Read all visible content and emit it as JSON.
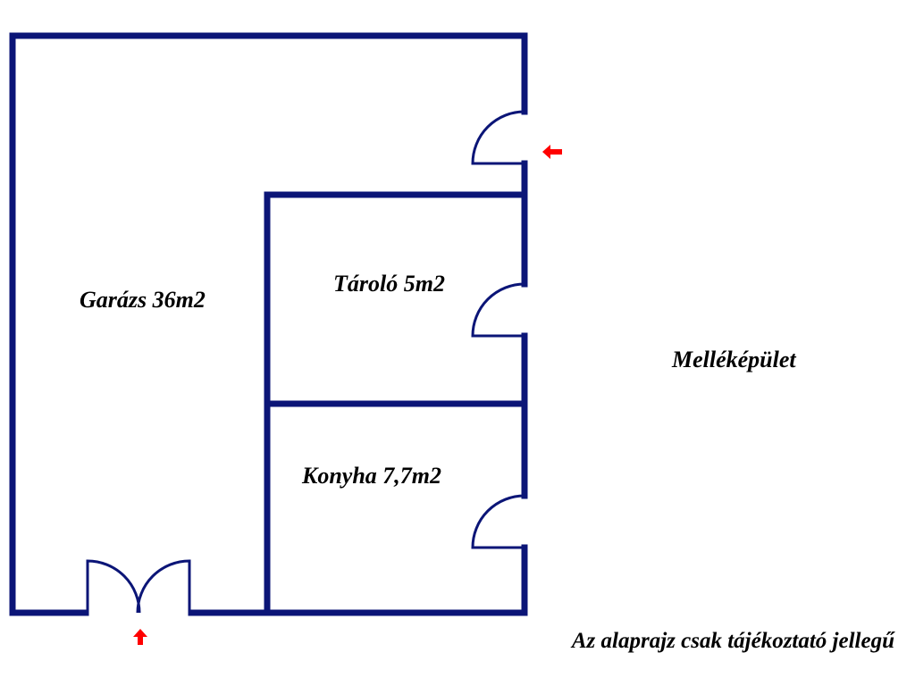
{
  "rooms": {
    "garage": "Garázs 36m2",
    "storage": "Tároló 5m2",
    "kitchen": "Konyha 7,7m2"
  },
  "building_label": "Melléképület",
  "disclaimer": "Az alaprajz csak tájékoztató jellegű",
  "colors": {
    "wall": "#0b1577",
    "arrow": "#ff0000",
    "text": "#000000",
    "background": "#ffffff"
  },
  "icons": {
    "entrance_arrow": "red-arrow-icon"
  }
}
